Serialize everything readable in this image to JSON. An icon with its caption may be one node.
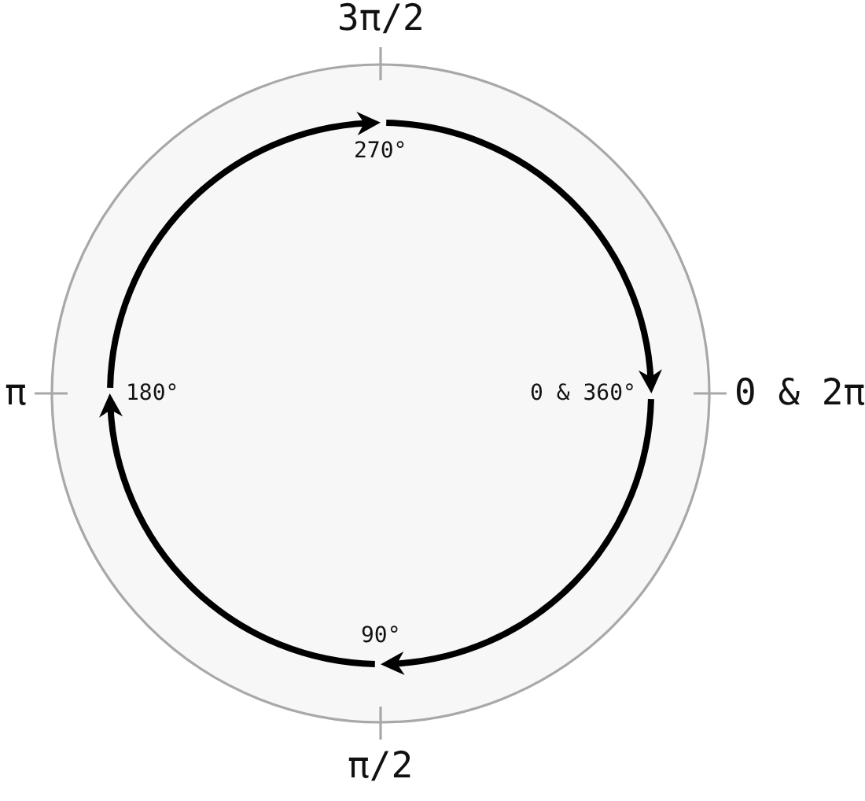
{
  "diagram": {
    "nodes": [
      {
        "text": [
          "270°"
        ]
      },
      {
        "text": [
          "180°"
        ]
      },
      {
        "text": [
          "0 & 360°"
        ]
      },
      {
        "text": [
          "90°"
        ]
      }
    ],
    "edges": [
      {
        "from": 2,
        "to": 3,
        "arrow": "to"
      },
      {
        "from": 3,
        "to": 1,
        "arrow": "to"
      },
      {
        "from": 1,
        "to": 0,
        "arrow": "to"
      },
      {
        "from": 0,
        "to": 2,
        "arrow": "to"
      }
    ],
    "labels": [
      "3π/2",
      "π",
      "0 & 2π",
      "π/2"
    ]
  }
}
